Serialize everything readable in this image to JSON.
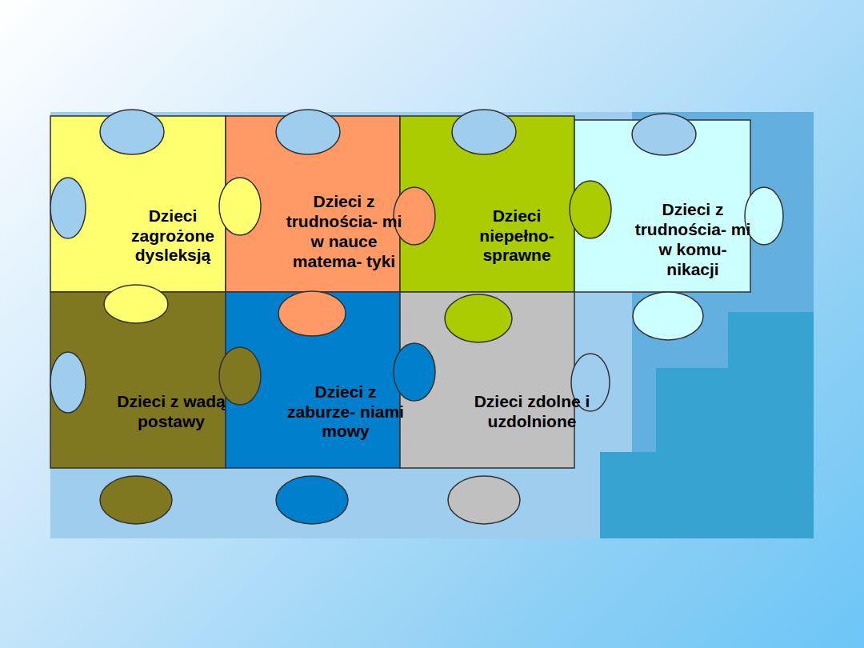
{
  "diagram": {
    "nodes": [
      {
        "text": [
          "Dzieci zagrożone dysleksją"
        ]
      },
      {
        "text": [
          "Dzieci z trudnościa- mi w nauce matema- tyki"
        ]
      },
      {
        "text": [
          "Dzieci niepełno- sprawne"
        ]
      },
      {
        "text": [
          "Dzieci z trudnościa- mi w komu- nikacji"
        ]
      },
      {
        "text": [
          "Dzieci z wadą postawy"
        ]
      },
      {
        "text": [
          "Dzieci z zaburze- niami mowy"
        ]
      },
      {
        "text": [
          "Dzieci zdolne i uzdolnione"
        ]
      }
    ]
  }
}
